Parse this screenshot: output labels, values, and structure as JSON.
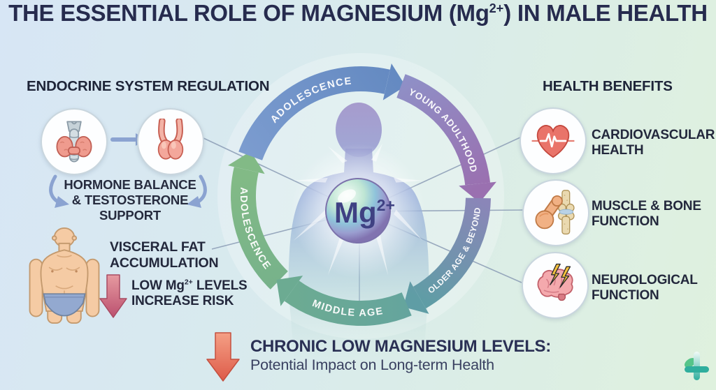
{
  "title": {
    "pre": "THE ESSENTIAL ROLE OF MAGNESIUM (Mg",
    "sup": "2+",
    "post": ") IN MALE HEALTH"
  },
  "endocrine": {
    "heading": "ENDOCRINE SYSTEM REGULATION",
    "hormone": {
      "line1": "HORMONE BALANCE",
      "line2": "& TESTOSTERONE SUPPORT"
    },
    "visceral": {
      "line1": "VISCERAL FAT",
      "line2": "ACCUMULATION"
    },
    "risk": {
      "pre": "LOW Mg",
      "sup": "2+",
      "post": " LEVELS",
      "line2": "INCREASE RISK"
    },
    "icons": {
      "thyroid": "thyroid-gland-icon",
      "testes": "testes-icon",
      "flow": "right-arrow-icon",
      "risk_arrow": "down-arrow-icon"
    }
  },
  "cycle": {
    "center": {
      "element": "Mg",
      "charge": "2+"
    },
    "stages": {
      "adolescence_top": "ADOLESCENCE",
      "young_adulthood": "YOUNG ADULTHOOD",
      "older_age": "OLDER AGE & BEYOND",
      "middle_age": "MIDDLE AGE",
      "adolescence_left": "ADOLESCENCE"
    }
  },
  "benefits": {
    "heading": "HEALTH BENEFITS",
    "items": [
      {
        "line1": "CARDIOVASCULAR",
        "line2": "HEALTH",
        "icon": "heart-ekg-icon"
      },
      {
        "line1": "MUSCLE & BONE",
        "line2": "FUNCTION",
        "icon": "muscle-bone-icon"
      },
      {
        "line1": "NEUROLOGICAL",
        "line2": "FUNCTION",
        "icon": "brain-lightning-icon"
      }
    ]
  },
  "footer": {
    "heading": "CHRONIC LOW MAGNESIUM LEVELS:",
    "subheading": "Potential Impact on Long-term Health",
    "icon": "down-arrow-icon",
    "logo": "medical-cross-leaf-logo"
  },
  "colors": {
    "background_left": "#d8e7f5",
    "background_right": "#dff1de",
    "navy": "#262b4e",
    "arc_blue": "#6f96c8",
    "arc_purple": "#9878b4",
    "arc_teal": "#5f9da8",
    "arc_middle": "#68a89a",
    "arc_green": "#7cb685",
    "accent_red": "#e2604e",
    "connector": "#8b9cb5"
  }
}
